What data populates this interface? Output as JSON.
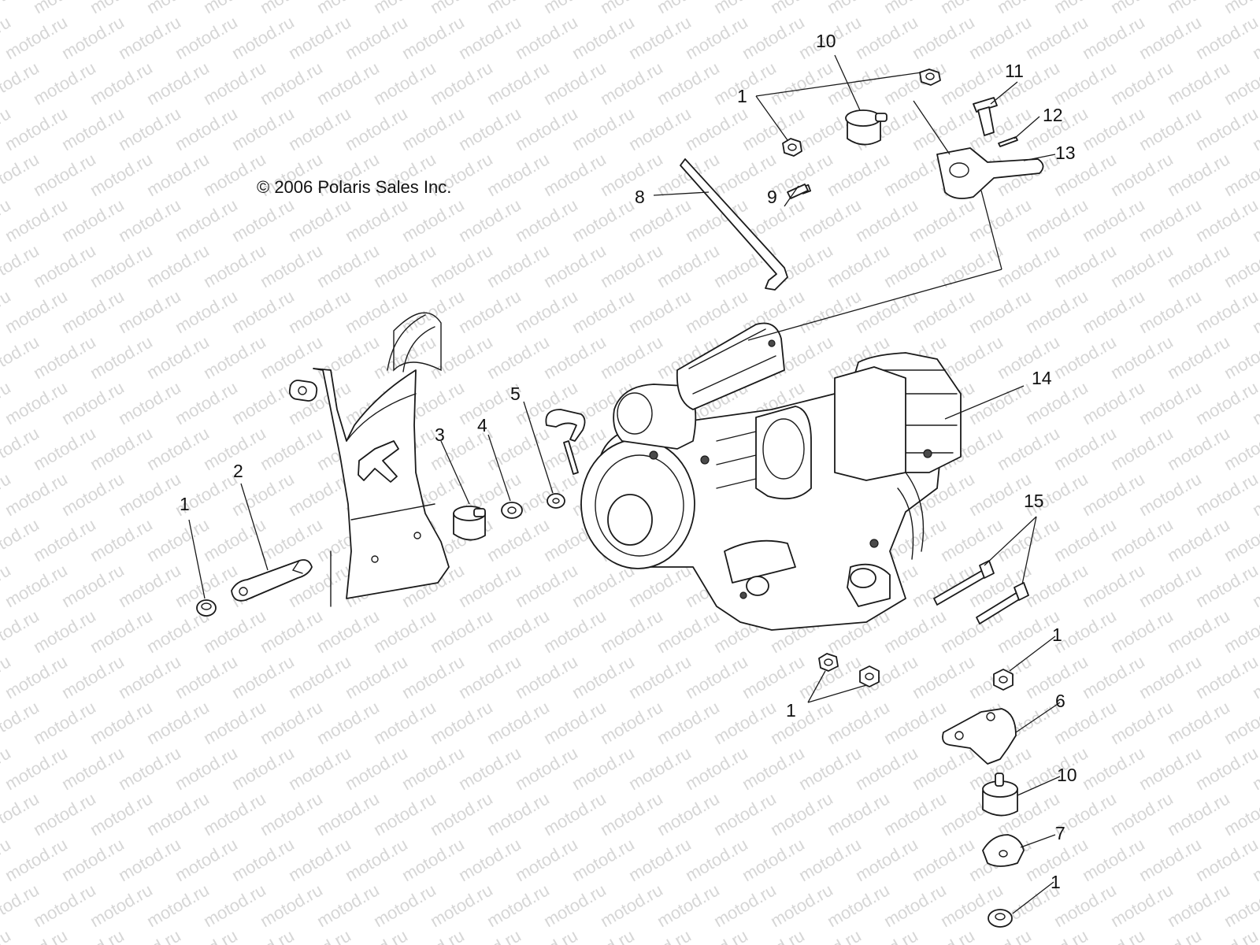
{
  "watermark": "motod.ru",
  "copyright": "© 2006 Polaris Sales Inc.",
  "callouts": [
    {
      "id": "c10-top",
      "label": "10"
    },
    {
      "id": "c1-top",
      "label": "1"
    },
    {
      "id": "c11",
      "label": "11"
    },
    {
      "id": "c12",
      "label": "12"
    },
    {
      "id": "c13",
      "label": "13"
    },
    {
      "id": "c8",
      "label": "8"
    },
    {
      "id": "c9",
      "label": "9"
    },
    {
      "id": "c14",
      "label": "14"
    },
    {
      "id": "c5",
      "label": "5"
    },
    {
      "id": "c3",
      "label": "3"
    },
    {
      "id": "c4",
      "label": "4"
    },
    {
      "id": "c2",
      "label": "2"
    },
    {
      "id": "c1-left",
      "label": "1"
    },
    {
      "id": "c15",
      "label": "15"
    },
    {
      "id": "c1-right",
      "label": "1"
    },
    {
      "id": "c1-bottom",
      "label": "1"
    },
    {
      "id": "c6",
      "label": "6"
    },
    {
      "id": "c10-bottom",
      "label": "10"
    },
    {
      "id": "c7",
      "label": "7"
    },
    {
      "id": "c1-lowest",
      "label": "1"
    }
  ]
}
